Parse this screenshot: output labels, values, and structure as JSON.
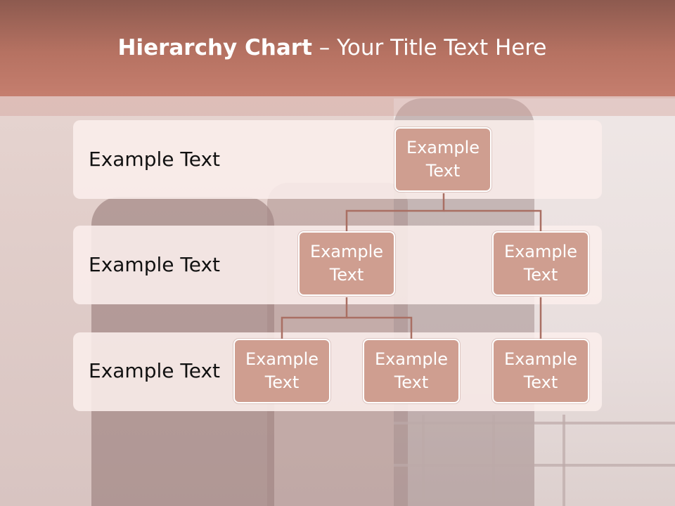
{
  "slide": {
    "title_bold": "Hierarchy Chart",
    "title_rest": " – Your Title Text Here"
  },
  "levels": [
    {
      "label": "Example Text"
    },
    {
      "label": "Example Text"
    },
    {
      "label": "Example Text"
    }
  ],
  "nodes": {
    "root": "Example Text",
    "level2_left": "Example Text",
    "level2_right": "Example Text",
    "level3_a": "Example Text",
    "level3_b": "Example Text",
    "level3_c": "Example Text"
  },
  "colors": {
    "header": "#b67262",
    "node_fill": "#cf9e90",
    "connector": "#a96f63",
    "band": "#faeeec"
  }
}
